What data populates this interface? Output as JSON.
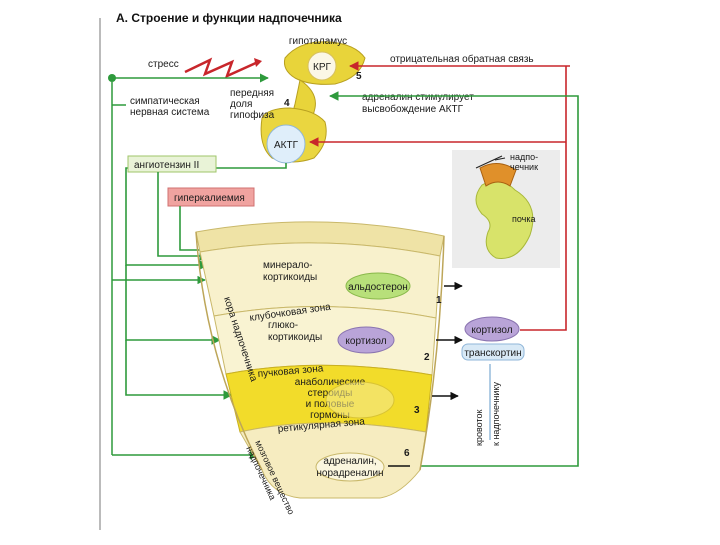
{
  "title": "А. Строение и функции надпочечника",
  "hypothalamus": "гипоталамус",
  "krg": "КРГ",
  "stress": "стресс",
  "negative_feedback": "отрицательная обратная связь",
  "anterior_pituitary": [
    "передняя",
    "доля",
    "гипофиза"
  ],
  "sympathetic": [
    "симпатическая",
    "нервная система"
  ],
  "adrenaline_stim": [
    "адреналин стимулирует",
    "высвобождение АКТГ"
  ],
  "akth": "АКТГ",
  "angiotensin": "ангиотензин II",
  "hyperkalemia": "гиперкалиемия",
  "adrenal_label": [
    "надпо-",
    "чечник"
  ],
  "kidney": "почка",
  "mineralo": [
    "минерало-",
    "кортикоиды"
  ],
  "aldosterone": "альдостерон",
  "zona_glomerulosa": "клубочковая зона",
  "cortex": "кора надпочечника",
  "gluco": [
    "глюко-",
    "кортикоиды"
  ],
  "cortisol": "кортизол",
  "cortisol_transport": "кортизол",
  "transcortin": "транскортин",
  "zona_fasciculata": "пучковая зона",
  "anabolic": [
    "анаболические",
    "стероиды",
    "и половые",
    "гормоны"
  ],
  "zona_reticularis": "ретикулярная зона",
  "medulla": [
    "мозговое вещество",
    "надпочечника"
  ],
  "adrenaline": [
    "адреналин,",
    "норадреналин"
  ],
  "blood": [
    "кровоток",
    "к надпочечнику"
  ],
  "numbers": [
    "1",
    "2",
    "3",
    "4",
    "5",
    "6"
  ],
  "colors": {
    "green": "#2e9a3c",
    "red": "#c8262b",
    "cortex_light": "#f6edbb",
    "reticular": "#f2dc2a",
    "pill_green": "#b8e07a",
    "pill_lilac": "#b9a4d8",
    "hyperkalemia_bg": "#f0a3a0"
  }
}
